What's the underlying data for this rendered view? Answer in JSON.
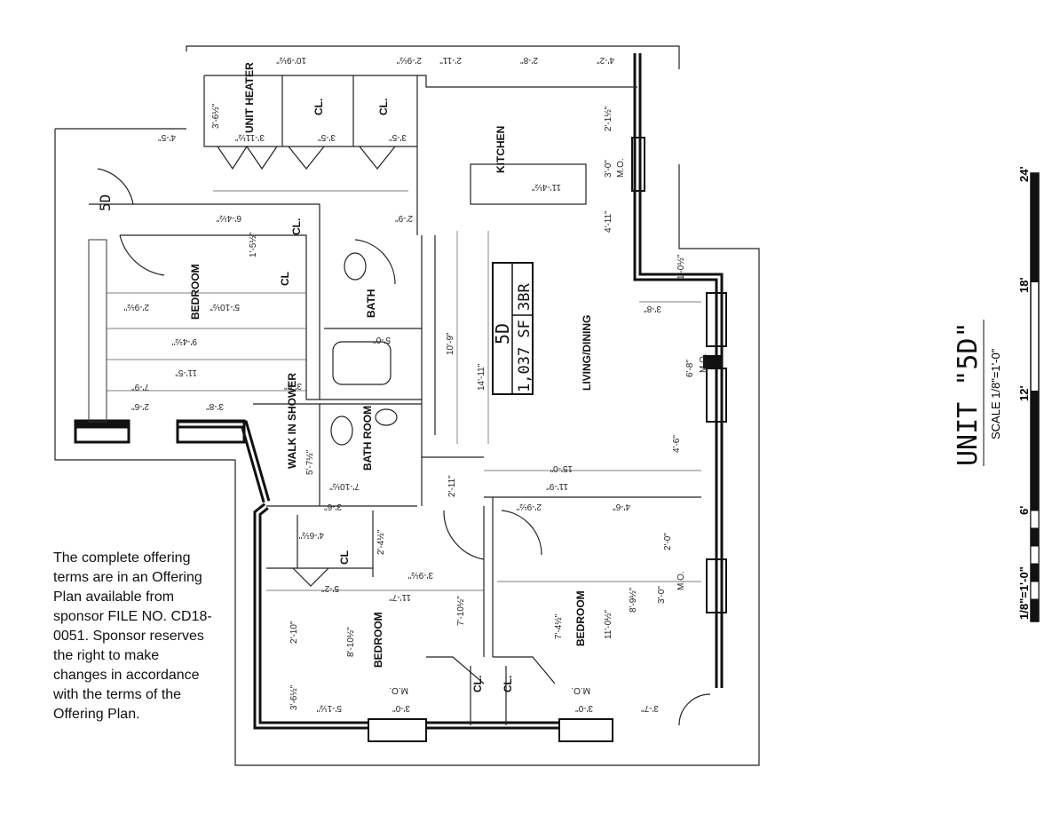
{
  "unit_box": {
    "unit": "5D",
    "area": "1,037 SF",
    "bedrooms": "3BR"
  },
  "rooms": {
    "unit_heater": "UNIT HEATER",
    "closet_a": "CL.",
    "closet_b": "CL.",
    "kitchen": "KITCHEN",
    "bedroom_left": "BEDROOM",
    "bath": "BATH",
    "bath_room": "BATH ROOM",
    "walk_in_shower": "WALK IN SHOWER",
    "living_dining": "LIVING/DINING",
    "bedroom_bottom_left": "BEDROOM",
    "bedroom_bottom_right": "BEDROOM",
    "closet_c": "CL",
    "closet_d": "CL",
    "closet_e": "CL.",
    "closet_f": "CL.",
    "closet_g": "CL.",
    "entry_tag": "5D"
  },
  "dimensions": {
    "top1": "10'-9½\"",
    "top2": "2'-9½\"",
    "top3": "2'-11\"",
    "top4": "2'-8\"",
    "top5": "4'-2\"",
    "h1": "3'-6½\"",
    "h2": "3'-11½\"",
    "h3": "3'-5\"",
    "h4": "3'-5\"",
    "h5": "4'-5\"",
    "k1": "11'-4½\"",
    "k2": "2'-1½\"",
    "k3": "3'-0\"",
    "k4": "4'-11\"",
    "k5": "1'-0½\"",
    "b1": "6'-4½\"",
    "b2": "5'-10½\"",
    "b3": "2'-9½\"",
    "b4": "9'-4½\"",
    "b5": "11'-5\"",
    "b6": "7'-9\"",
    "b7": "3'-8\"",
    "b8": "2'-6\"",
    "ba1": "5'-0\"",
    "ba2": "2'-9\"",
    "ba3": "1'-5½\"",
    "ba4": "3'-8\"",
    "l1": "10'-9\"",
    "l2": "14'-11\"",
    "l3": "6'-8\"",
    "l4": "4'-6\"",
    "l5": "15'-0\"",
    "l6": "11'-9\"",
    "l7": "3'-8\"",
    "l8": "2'-11\"",
    "s1": "7'-10½\"",
    "s2": "3'-6\"",
    "s3": "5'-7½\"",
    "bl1": "4'-6½\"",
    "bl2": "2'-4½\"",
    "bl3": "5'-2\"",
    "bl4": "11'-7\"",
    "bl5": "8'-10½\"",
    "bl6": "7'-10½\"",
    "bl7": "2'-10\"",
    "bl8": "3'-6½\"",
    "bl9": "5'-1½\"",
    "bl10": "3'-0\"",
    "bl11": "3'-9½\"",
    "br1": "2'-9½\"",
    "br2": "4'-6\"",
    "br3": "11'-0½\"",
    "br4": "7'-4½\"",
    "br5": "8'-9½\"",
    "br6": "2'-0\"",
    "br7": "3'-0\"",
    "br8": "3'-7\"",
    "br9": "3'-0\"",
    "mo": "M.O."
  },
  "note": "The complete offering terms are in an Offering Plan available from sponsor FILE NO. CD18-0051. Sponsor reserves the right to make changes in accordance with the terms of the Offering Plan.",
  "title_block": {
    "title": "UNIT \"5D\"",
    "scale": "SCALE 1/8\"=1'-0\"",
    "scale_ticks": [
      "1/8\"=1'-0\"",
      "6'",
      "12'",
      "18'",
      "24'"
    ]
  }
}
